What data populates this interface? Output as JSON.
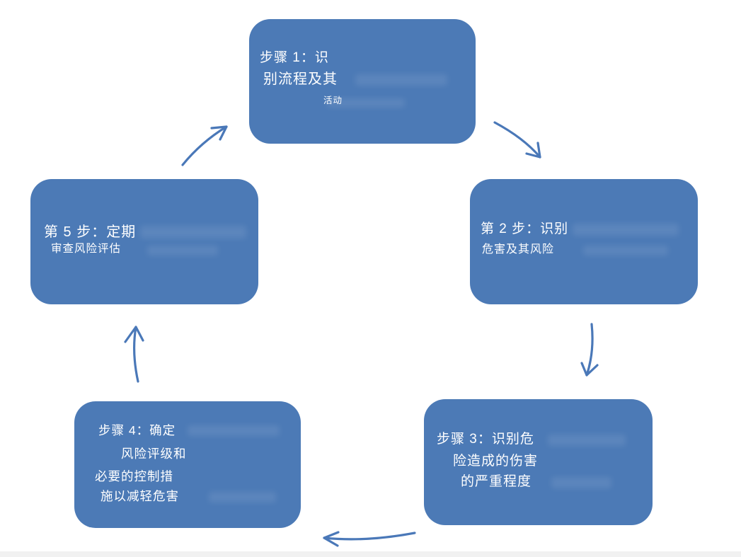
{
  "diagram": {
    "name": "risk-assessment-cycle",
    "type": "cycle-flow",
    "colors": {
      "background": "#ffffff",
      "box": "#4c7ab6",
      "arrow": "#4a78b8",
      "text": "#ffffff",
      "footer_bar": "#f1f1f1"
    },
    "steps": [
      {
        "name": "step-1",
        "lines": [
          "步骤 1：识",
          "别流程及其",
          "活动"
        ]
      },
      {
        "name": "step-2",
        "lines": [
          "第 2 步：识别",
          "危害及其风险"
        ]
      },
      {
        "name": "step-3",
        "lines": [
          "步骤 3：识别危",
          "险造成的伤害",
          "的严重程度"
        ]
      },
      {
        "name": "step-4",
        "lines": [
          "步骤 4：确定",
          "风险评级和",
          "必要的控制措",
          "施以减轻危害"
        ]
      },
      {
        "name": "step-5",
        "lines": [
          "第 5 步：定期",
          "审查风险评估"
        ]
      }
    ],
    "arrows": [
      {
        "name": "arrow-step5-to-step1",
        "from": "step-5",
        "to": "step-1"
      },
      {
        "name": "arrow-step1-to-step2",
        "from": "step-1",
        "to": "step-2"
      },
      {
        "name": "arrow-step2-to-step3",
        "from": "step-2",
        "to": "step-3"
      },
      {
        "name": "arrow-step3-to-step4",
        "from": "step-3",
        "to": "step-4"
      },
      {
        "name": "arrow-step4-to-step5",
        "from": "step-4",
        "to": "step-5"
      }
    ]
  }
}
